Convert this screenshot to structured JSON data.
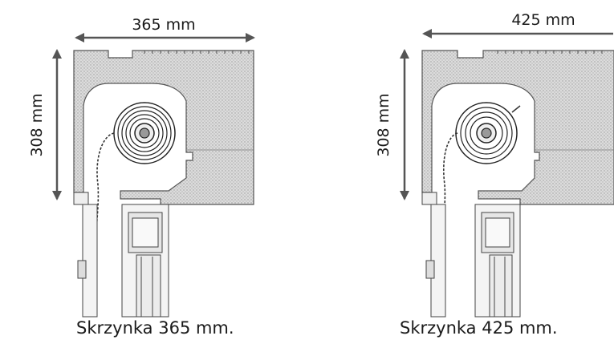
{
  "left": {
    "width_label": "365 mm",
    "height_label": "308 mm",
    "caption": "Skrzynka 365 mm."
  },
  "right": {
    "width_label": "425 mm",
    "height_label": "308 mm",
    "caption": "Skrzynka 425 mm."
  },
  "colors": {
    "insulation": "#d8d8d8",
    "line": "#333333",
    "arrow": "#555555",
    "frame": "#f4f4f4"
  }
}
